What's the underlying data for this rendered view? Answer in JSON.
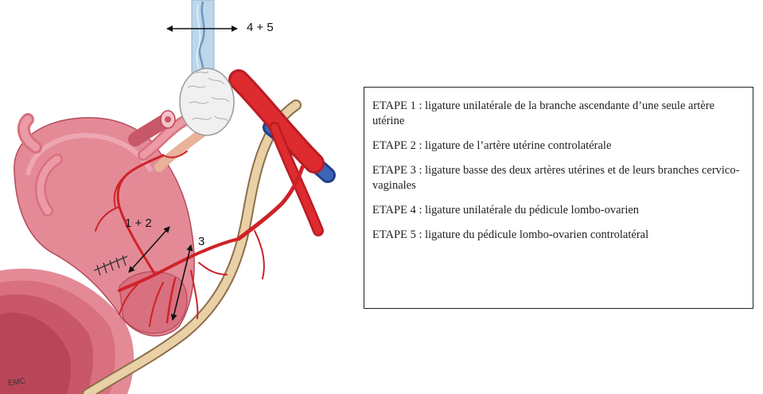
{
  "diagram": {
    "arrow_labels": {
      "ovarian": "4 + 5",
      "uterine": "1 + 2",
      "lower": "3"
    },
    "signature": "EMC"
  },
  "legend": {
    "steps": [
      "ETAPE 1 : ligature unilatérale de la branche ascendante d’une seule artère utérine",
      "ETAPE 2 : ligature de l’artère utérine controlatérale",
      "ETAPE 3 : ligature basse des deux artères utérines et de leurs branches cervico-vaginales",
      "ETAPE 4 : ligature unilatérale du pédicule lombo-ovarien",
      "ETAPE 5 : ligature du pédicule lombo-ovarien controlatéral"
    ]
  },
  "colors": {
    "uterus": "#e48a97",
    "uterus_dark": "#c9576a",
    "artery": "#d9262b",
    "vein": "#2c4fa0",
    "ureter": "#e9cba0",
    "ovary": "#eeeeee",
    "ligament_blue": "#b9d5ea"
  }
}
